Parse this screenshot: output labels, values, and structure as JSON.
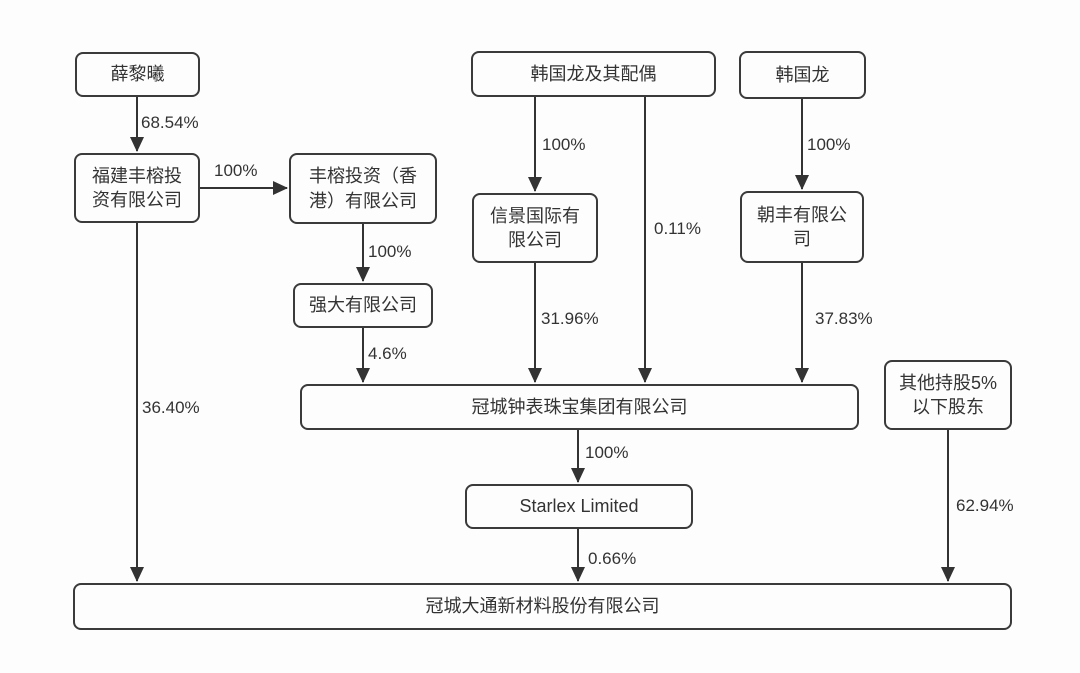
{
  "diagram": {
    "type": "ownership-structure",
    "line_color": "#333333",
    "box_border_color": "#3a3a3a",
    "background_color": "#fdfdfd",
    "nodes": {
      "xue_lixi": {
        "label": "薛黎曦"
      },
      "fujian_fengrong": {
        "label": "福建丰榕投\n资有限公司"
      },
      "fengrong_hk": {
        "label": "丰榕投资（香\n港）有限公司"
      },
      "qiangda": {
        "label": "强大有限公司"
      },
      "han_and_spouse": {
        "label": "韩国龙及其配偶"
      },
      "xinjing": {
        "label": "信景国际有\n限公司"
      },
      "han_guolong": {
        "label": "韩国龙"
      },
      "chaofeng": {
        "label": "朝丰有限公\n司"
      },
      "guancheng_watch": {
        "label": "冠城钟表珠宝集团有限公司"
      },
      "starlex": {
        "label": "Starlex Limited"
      },
      "other_holders": {
        "label": "其他持股5%\n以下股东"
      },
      "guancheng_datong": {
        "label": "冠城大通新材料股份有限公司"
      }
    },
    "edges": {
      "xue_to_fujian": {
        "label": "68.54%"
      },
      "fujian_to_hk": {
        "label": "100%"
      },
      "fujian_to_datong": {
        "label": "36.40%"
      },
      "hk_to_qiangda": {
        "label": "100%"
      },
      "qiangda_to_watch": {
        "label": "4.6%"
      },
      "han_spouse_to_xinjing": {
        "label": "100%"
      },
      "han_spouse_to_watch": {
        "label": "0.11%"
      },
      "xinjing_to_watch": {
        "label": "31.96%"
      },
      "han_to_chaofeng": {
        "label": "100%"
      },
      "chaofeng_to_watch": {
        "label": "37.83%"
      },
      "watch_to_starlex": {
        "label": "100%"
      },
      "starlex_to_datong": {
        "label": "0.66%"
      },
      "other_to_datong": {
        "label": "62.94%"
      }
    }
  }
}
